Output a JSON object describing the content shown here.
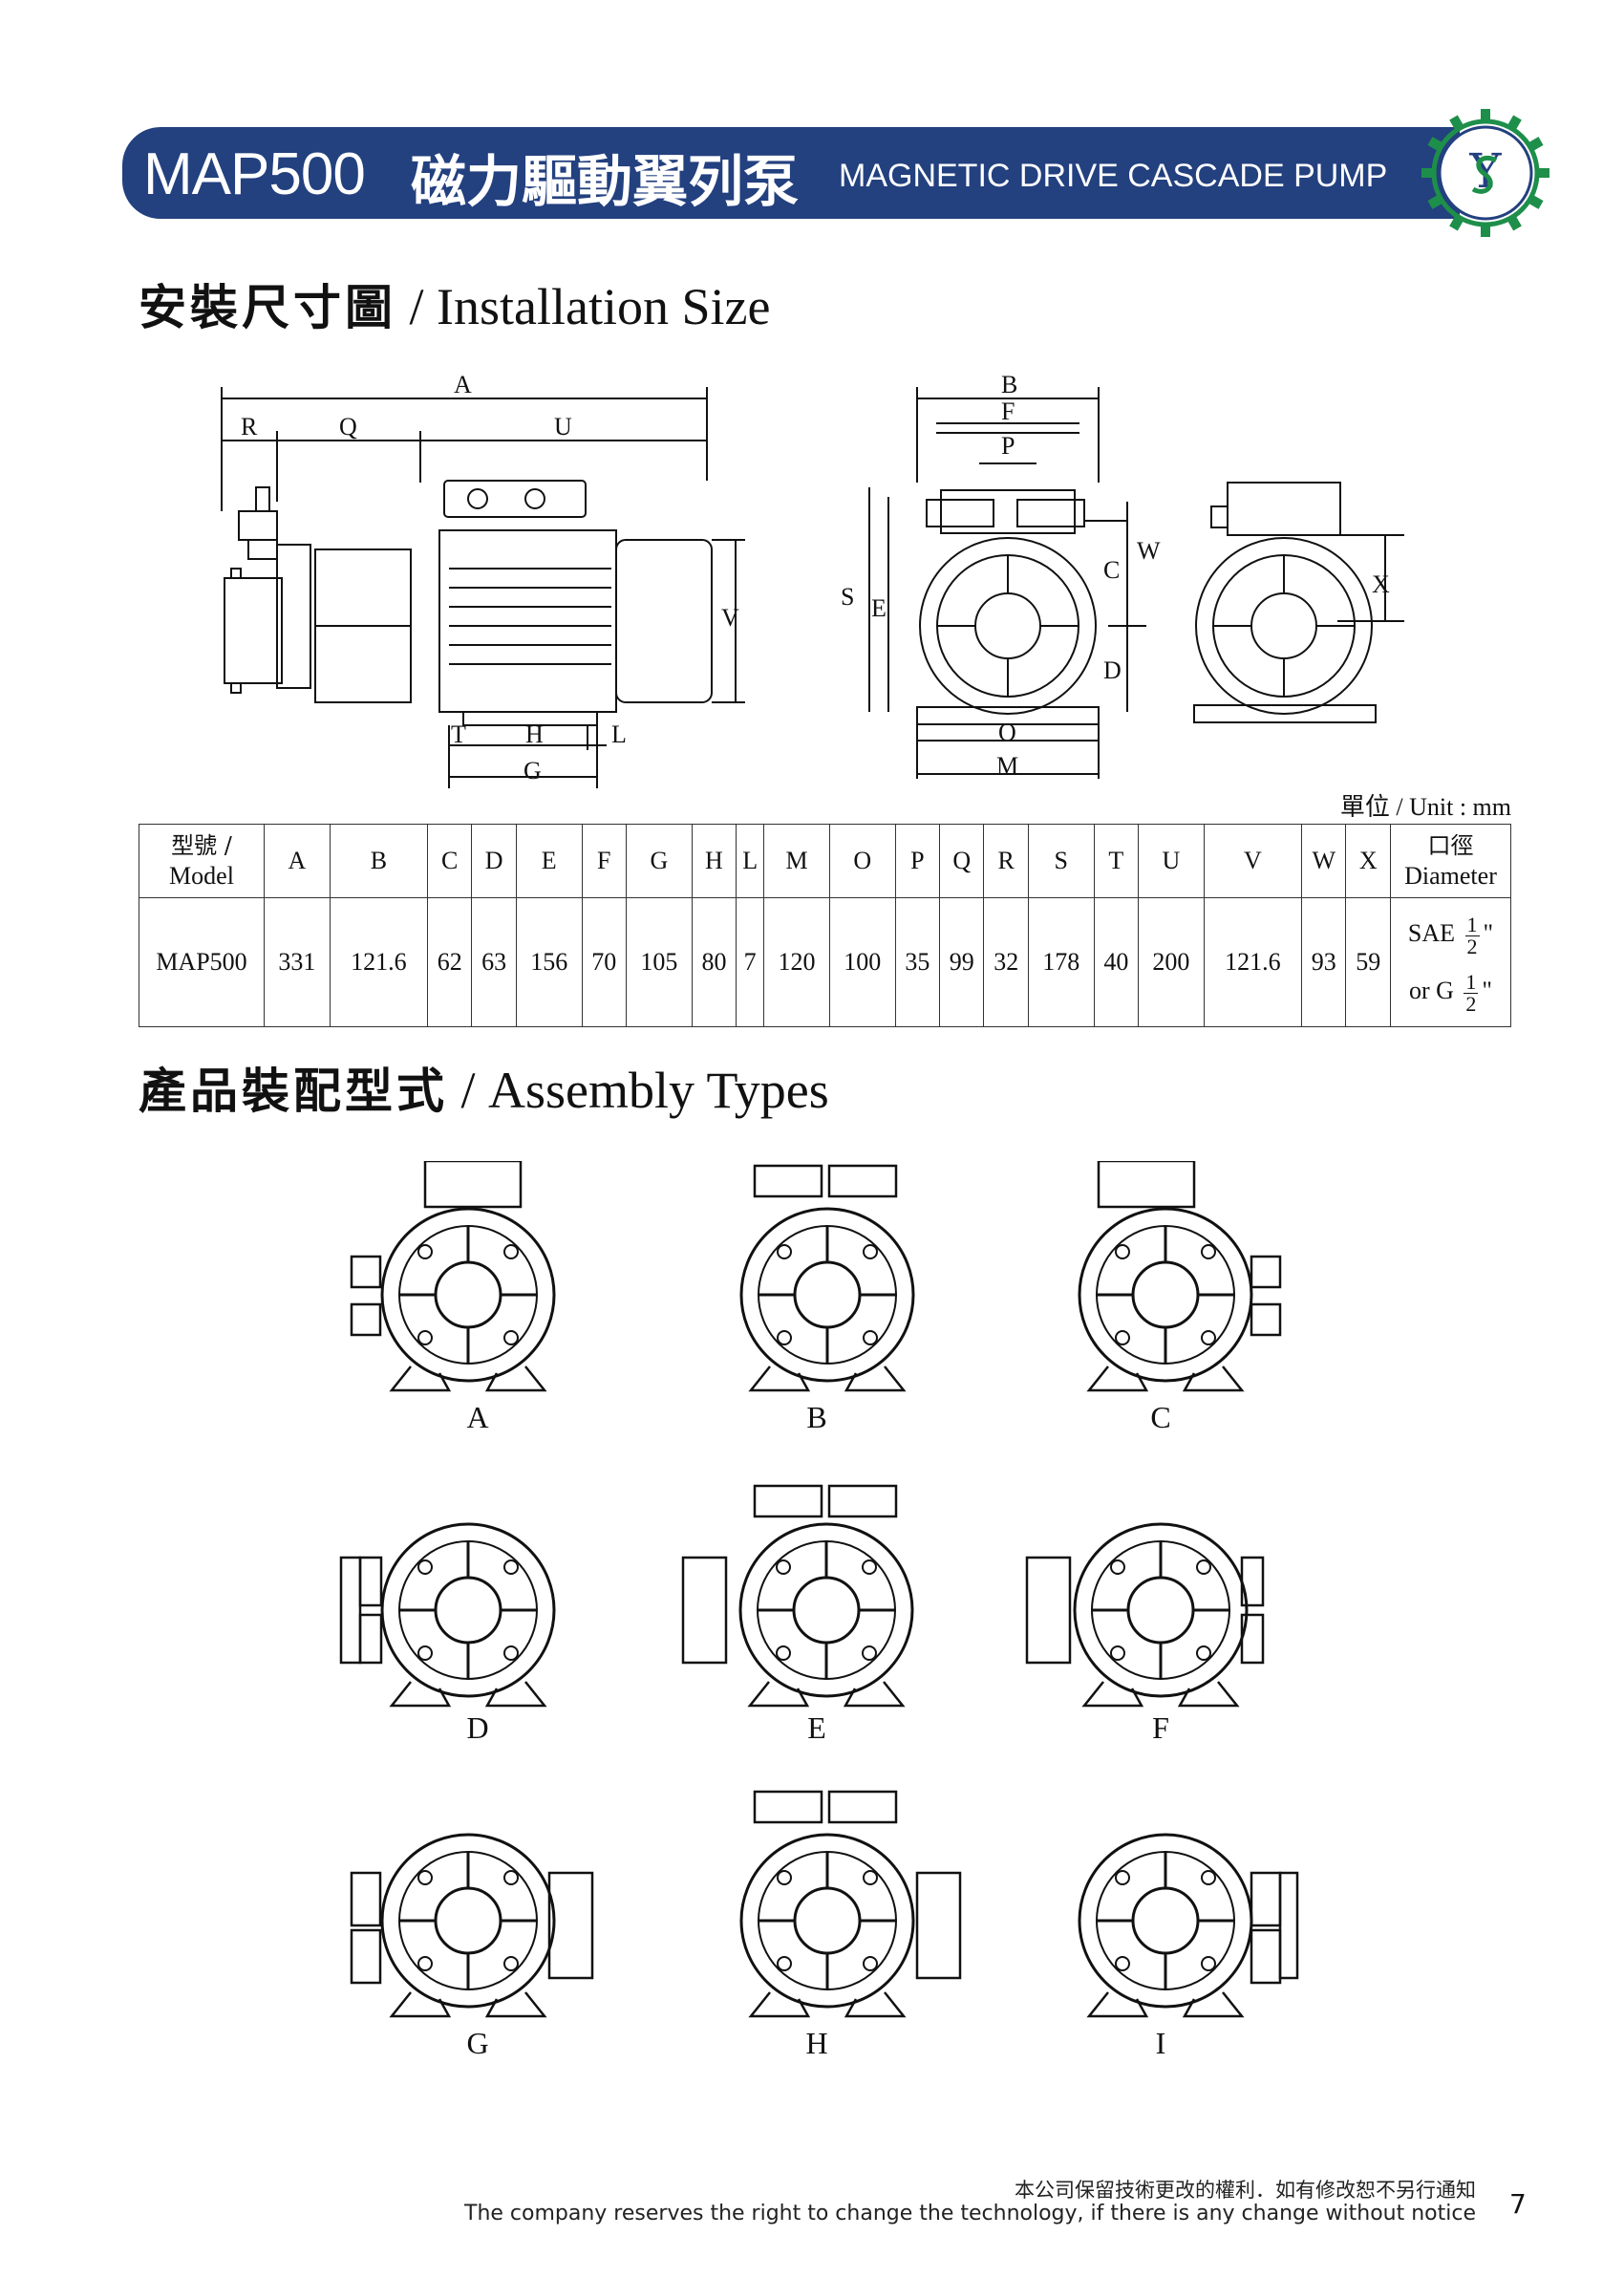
{
  "header": {
    "model": "MAP500",
    "title_cn": "磁力驅動翼列泵",
    "title_en": "MAGNETIC DRIVE CASCADE PUMP",
    "logo_letters": "YS"
  },
  "installation": {
    "title_cn": "安裝尺寸圖",
    "title_en": "/ Installation Size",
    "side_labels": [
      "A",
      "R",
      "Q",
      "U",
      "V",
      "T",
      "H",
      "L",
      "G"
    ],
    "front_labels": [
      "B",
      "F",
      "P",
      "S",
      "E",
      "C",
      "W",
      "D",
      "O",
      "M"
    ],
    "rear_labels": [
      "X"
    ]
  },
  "unit_label": "單位 / Unit : mm",
  "table": {
    "model_header_cn": "型號 /",
    "model_header_en": "Model",
    "columns": [
      "A",
      "B",
      "C",
      "D",
      "E",
      "F",
      "G",
      "H",
      "L",
      "M",
      "O",
      "P",
      "Q",
      "R",
      "S",
      "T",
      "U",
      "V",
      "W",
      "X"
    ],
    "diameter_header_cn": "口徑",
    "diameter_header_en": "Diameter",
    "rows": [
      {
        "model": "MAP500",
        "values": [
          "331",
          "121.6",
          "62",
          "63",
          "156",
          "70",
          "105",
          "80",
          "7",
          "120",
          "100",
          "35",
          "99",
          "32",
          "178",
          "40",
          "200",
          "121.6",
          "93",
          "59"
        ],
        "diameter": {
          "line1_prefix": "SAE",
          "line2_prefix": "or G",
          "frac_num": "1",
          "frac_den": "2",
          "suffix": "\""
        }
      }
    ]
  },
  "assembly": {
    "title_cn": "產品裝配型式",
    "title_en": "/ Assembly Types",
    "types": [
      "A",
      "B",
      "C",
      "D",
      "E",
      "F",
      "G",
      "H",
      "I"
    ]
  },
  "footer": {
    "cn": "本公司保留技術更改的權利．如有修改恕不另行通知",
    "en": "The company reserves the right to change the technology, if there is any change without notice",
    "page": "7"
  }
}
